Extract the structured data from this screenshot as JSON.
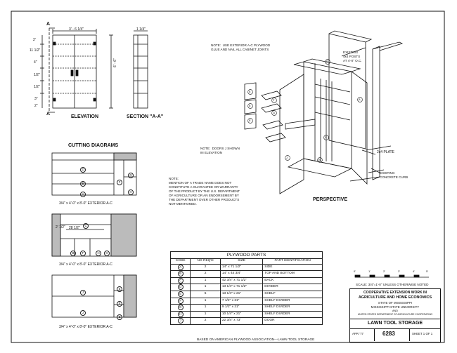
{
  "elevation": {
    "top_dim": "3' - 6 1/4\"",
    "height_dim": "6' - 6\"",
    "left_dims": [
      "2'",
      "11 1/2\"",
      "4\"",
      "1/2\"",
      "1/2\"",
      "3\"",
      "2\""
    ],
    "section_marker": "A",
    "label": "ELEVATION"
  },
  "section": {
    "top_dim": "1 1/4\"",
    "label": "SECTION \"A-A\""
  },
  "notes": {
    "top": "NOTE:  USE EXTERIOR A-C PLYWOOD\nGLUE AND NAIL ALL CABINET JOINTS",
    "doors": "NOTE:  DOORS J SHOWN\nIN ELEVATION",
    "trade": "NOTE:\nMENTION OF A TRADE NAME DOES NOT\nCONSTITUTE A GUARANTEE OR WARRANTY\nOF THE PRODUCT BY THE U.S. DEPARTMENT\nOF AGRICULTURE OR AN ENDORSEMENT BY\nTHE DEPARTMENT OVER OTHER PRODUCTS\nNOT MENTIONED."
  },
  "perspective": {
    "label": "PERSPECTIVE",
    "posts": "EXISTING\n4x4 POSTS\nAT 4'-0\" O.C.",
    "plate": "2x4 PLATE",
    "curb": "EXISTING\nCONCRETE CURB",
    "part_letters": [
      "A",
      "B",
      "C",
      "D",
      "E",
      "F",
      "G",
      "H",
      "I",
      "J"
    ]
  },
  "cutting": {
    "title": "CUTTING DIAGRAMS",
    "captions": [
      "3/4\" x 4'-0\" x 8'-0\" EXTERIOR A-C",
      "3/4\" x 4'-0\" x 8'-0\" EXTERIOR A-C",
      "3/4\" x 4'-0\" x 8'-0\" EXTERIOR A-C"
    ],
    "sheet1_letters": [
      "D",
      "B",
      "A",
      "F",
      "G",
      "H"
    ],
    "sheet2_letters": [
      "C",
      "B",
      "F",
      "H",
      "G"
    ],
    "sheet2_dims": [
      "2' 1/2\"",
      "28 1/2\""
    ],
    "sheet3_letters": [
      "J",
      "J",
      "E",
      "E",
      "E"
    ]
  },
  "parts_table": {
    "title": "PLYWOOD PARTS",
    "headers": [
      "CODE",
      "NO REQ'D",
      "SIZE",
      "PART IDENTIFICATION"
    ],
    "rows": [
      {
        "code": "A",
        "qty": "2",
        "size": "14\" x 71 1/2\"",
        "part": "SIDE"
      },
      {
        "code": "B",
        "qty": "2",
        "size": "14\" x 44 3/4\"",
        "part": "TOP AND BOTTOM"
      },
      {
        "code": "C",
        "qty": "1",
        "size": "42 3/4\" x 71 1/2\"",
        "part": "BACK"
      },
      {
        "code": "D",
        "qty": "1",
        "size": "13 1/4\" x 71 1/2\"",
        "part": "DIVIDER"
      },
      {
        "code": "E",
        "qty": "5",
        "size": "13 1/4\" x 21\"",
        "part": "SHELF"
      },
      {
        "code": "F",
        "qty": "1",
        "size": "7 1/4\" x 21\"",
        "part": "SHELF DIVIDER"
      },
      {
        "code": "G",
        "qty": "1",
        "size": "9 1/2\" x 21\"",
        "part": "SHELF DIVIDER"
      },
      {
        "code": "H",
        "qty": "1",
        "size": "10 1/4\" x 21\"",
        "part": "SHELF DIVIDER"
      },
      {
        "code": "J",
        "qty": "2",
        "size": "22 3/4\" x 73\"",
        "part": "DOOR"
      }
    ]
  },
  "scale": {
    "ticks": [
      "0'",
      "1'",
      "2'",
      "3'",
      "4'",
      "5'"
    ],
    "text": "SCALE: 3/4\"=1'-0\" UNLESS OTHERWISE NOTED"
  },
  "title_block": {
    "line1": "COOPERATIVE EXTENSION WORK IN",
    "line2": "AGRICULTURE AND HOME ECONOMICS",
    "line3": "STATE OF MISSISSIPPI",
    "line4": "MISSISSIPPI STATE UNIVERSITY",
    "line5": "AND",
    "line6": "UNITED STATES DEPARTMENT OF AGRICULTURE COOPERATING",
    "title": "LAWN TOOL STORAGE",
    "appr": "APR '77",
    "number": "6283",
    "sheet": "SHEET 1 OF 1"
  },
  "footer": "BASED ON AMERICAN PLYWOOD ASSOCIATION---LAWN TOOL STORAGE"
}
